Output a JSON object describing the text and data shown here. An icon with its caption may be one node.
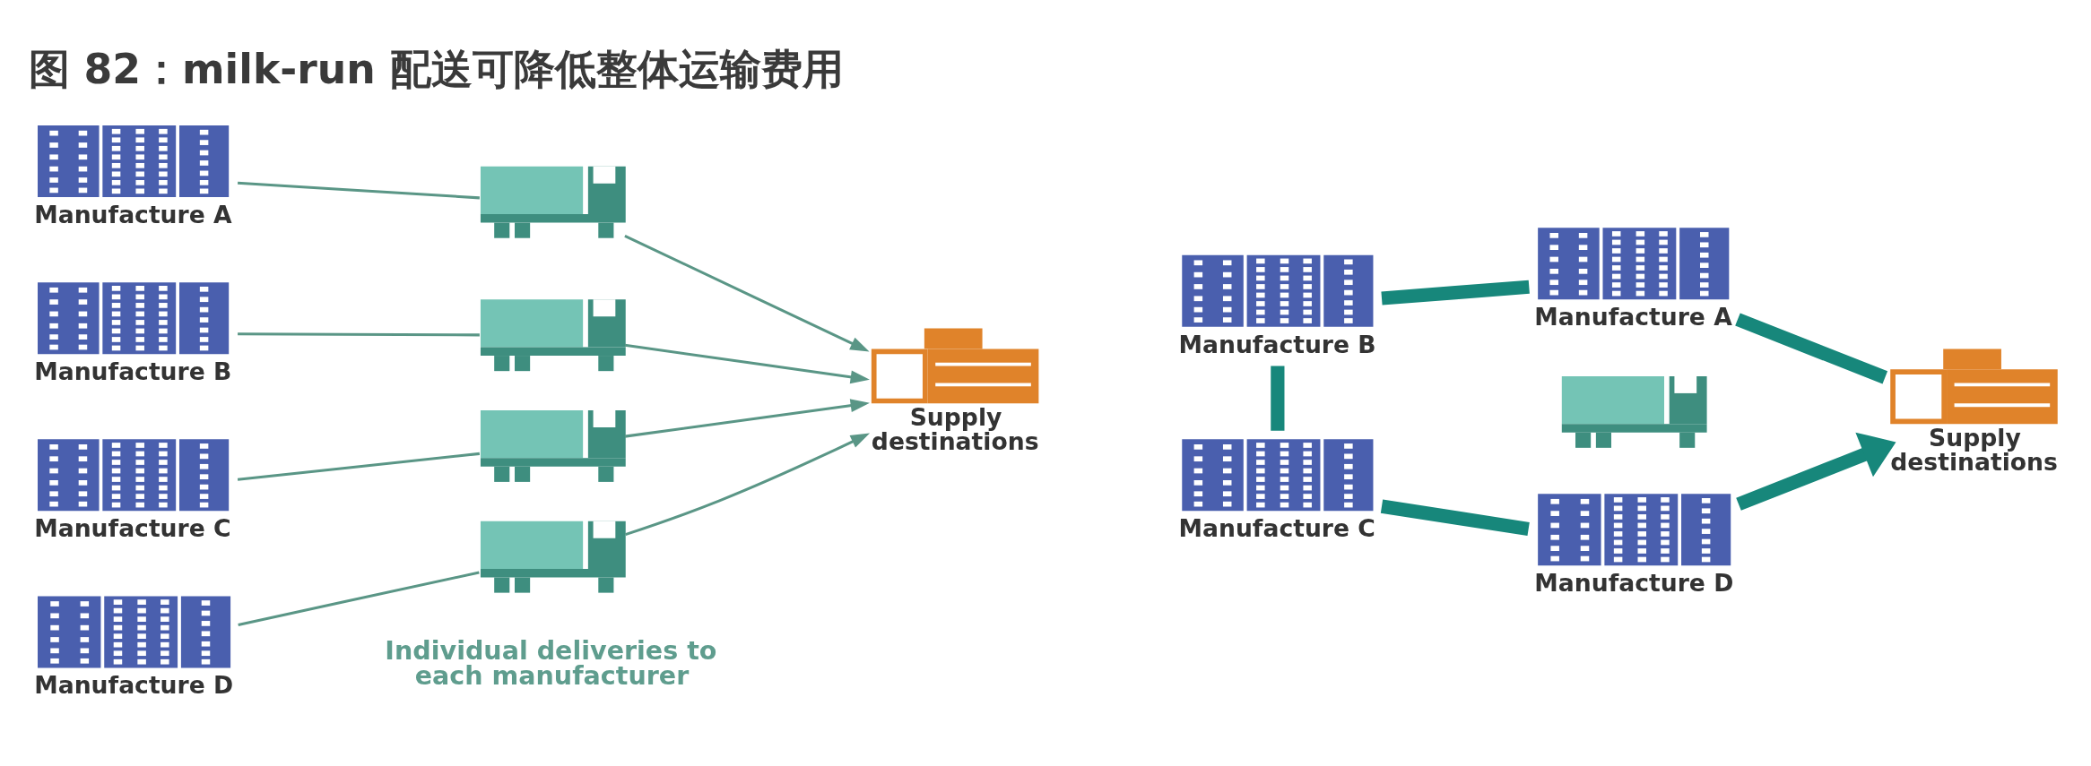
{
  "diagram": {
    "title": "图 82：milk-run 配送可降低整体运输费用",
    "nodes": [
      {
        "text": [
          "Manufacture A"
        ]
      },
      {
        "text": [],
        "shape": "picture"
      },
      {
        "text": [
          "Manufacture B"
        ]
      },
      {
        "text": [],
        "shape": "picture"
      },
      {
        "text": [
          "Supply destinations"
        ]
      },
      {
        "text": [
          "Manufacture C"
        ]
      },
      {
        "text": [],
        "shape": "picture"
      },
      {
        "text": [],
        "shape": "picture"
      },
      {
        "text": [
          "Manufacture D"
        ]
      },
      {
        "text": [
          "Manufacture A"
        ]
      },
      {
        "text": [
          "Manufacture B"
        ]
      },
      {
        "text": [],
        "shape": "picture"
      },
      {
        "text": [
          "Supply destinations"
        ]
      },
      {
        "text": [
          "Manufacture C"
        ]
      },
      {
        "text": [
          "Manufacture D"
        ]
      }
    ],
    "edges": [
      {
        "from": 0,
        "to": 1,
        "arrow": "none"
      },
      {
        "from": 1,
        "to": 4,
        "arrow": "to"
      },
      {
        "from": 2,
        "to": 3,
        "arrow": "none"
      },
      {
        "from": 3,
        "to": 4,
        "arrow": "to"
      },
      {
        "from": 5,
        "to": 6,
        "arrow": "none"
      },
      {
        "from": 6,
        "to": 4,
        "arrow": "to"
      },
      {
        "from": 8,
        "to": 7,
        "arrow": "none"
      },
      {
        "from": 7,
        "to": 4,
        "arrow": "to"
      },
      {
        "from": 10,
        "to": 9,
        "arrow": "none",
        "style": "thick",
        "color": "#17877b"
      },
      {
        "from": 9,
        "to": 12,
        "arrow": "none",
        "style": "thick",
        "color": "#17877b"
      },
      {
        "from": 13,
        "to": 10,
        "arrow": "none",
        "style": "thick",
        "color": "#17877b"
      },
      {
        "from": 13,
        "to": 14,
        "arrow": "none",
        "style": "thick",
        "color": "#17877b"
      },
      {
        "from": 14,
        "to": 12,
        "arrow": "to",
        "style": "thick",
        "color": "#17877b"
      }
    ],
    "labels": [
      "Individual deliveries to each manufacturer"
    ]
  }
}
